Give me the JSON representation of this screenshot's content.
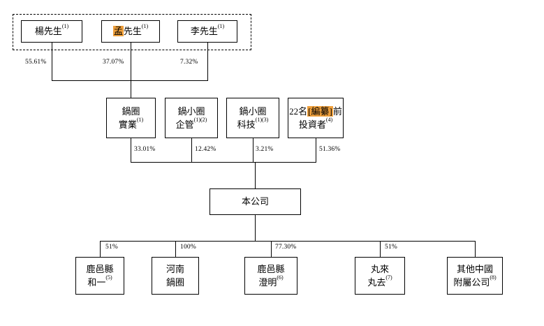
{
  "colors": {
    "highlight": "#EFA03C",
    "line": "#000000",
    "box_border": "#000000"
  },
  "founders": {
    "items": [
      {
        "name": "楊先生",
        "sup": "(1)",
        "pct": "55.61%"
      },
      {
        "hl": "孟",
        "name": "先生",
        "sup": "(1)",
        "pct": "37.07%"
      },
      {
        "name": "李先生",
        "sup": "(1)",
        "pct": "7.32%"
      }
    ]
  },
  "holdcos": {
    "items": [
      {
        "line1": "鍋圈",
        "line2": "實業",
        "sup": "(1)",
        "pct": "33.01%"
      },
      {
        "line1": "鍋小圈",
        "line2": "企管",
        "sup": "(1)(2)",
        "pct": "12.42%"
      },
      {
        "line1": "鍋小圈",
        "line2": "科技",
        "sup": "(1)(3)",
        "pct": "3.21%"
      },
      {
        "line1_pre": "22名",
        "line1_hl": "[編纂]",
        "line1_post": "前",
        "line2": "投資者",
        "sup": "(4)",
        "pct": "51.36%"
      }
    ]
  },
  "company": {
    "label": "本公司"
  },
  "subsidiaries": {
    "items": [
      {
        "line1": "鹿邑縣",
        "line2": "和一",
        "sup": "(5)",
        "pct": "51%"
      },
      {
        "line1": "河南",
        "line2": "鍋圈",
        "pct": "100%"
      },
      {
        "line1": "鹿邑縣",
        "line2": "澄明",
        "sup": "(6)",
        "pct": "77.30%"
      },
      {
        "line1": "丸來",
        "line2": "丸去",
        "sup": "(7)",
        "pct": "51%"
      },
      {
        "line1": "其他中國",
        "line2": "附屬公司",
        "sup": "(8)"
      }
    ]
  }
}
